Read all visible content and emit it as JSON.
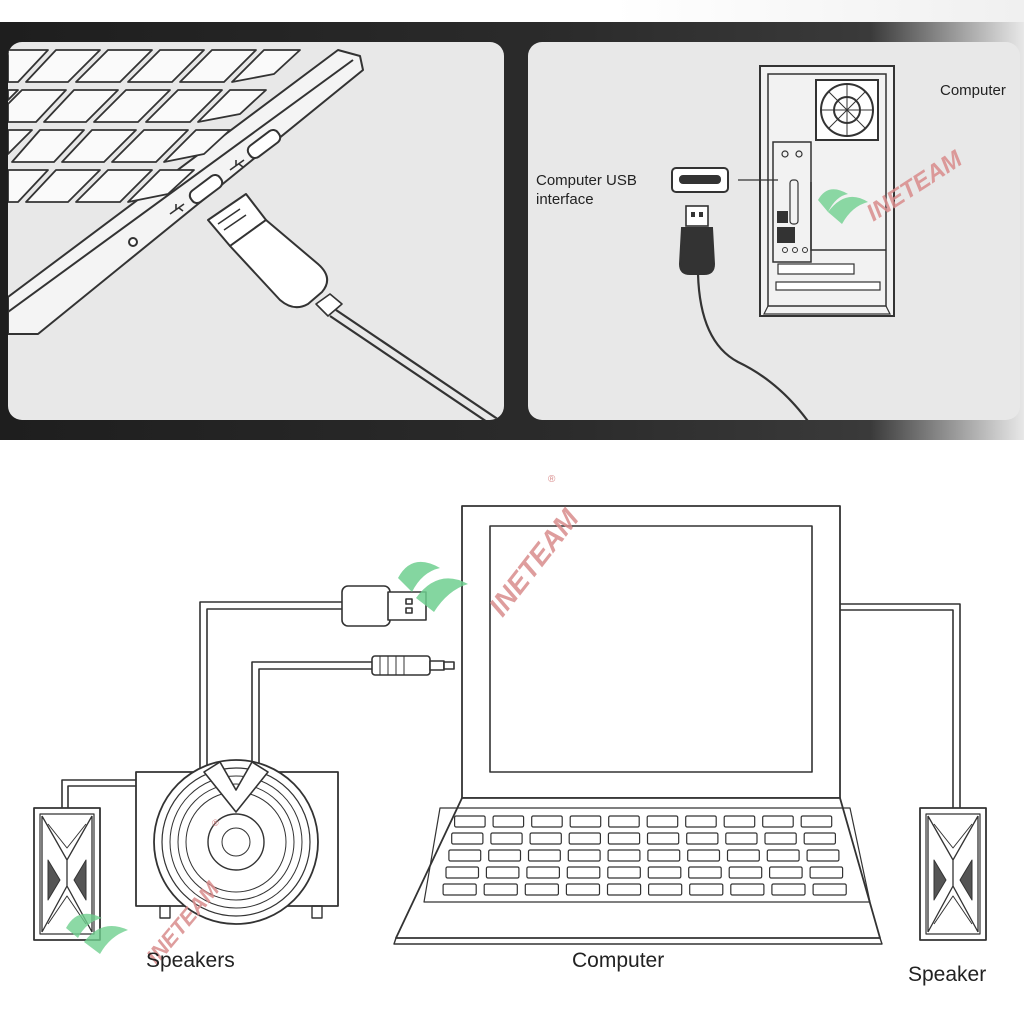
{
  "top_left_panel": {},
  "top_right_panel": {
    "label_computer": "Computer",
    "label_usb_line1": "Computer USB",
    "label_usb_line2": "interface"
  },
  "bottom_diagram": {
    "label_speakers": "Speakers",
    "label_computer": "Computer",
    "label_speaker": "Speaker"
  },
  "watermark": {
    "text": "VINETEAM",
    "text_on_image": "INETEAM",
    "registered": "®",
    "colors": {
      "leaf": "#6fcf8f",
      "text": "#d98c8c"
    }
  },
  "colors": {
    "band": "#262626",
    "panel": "#e8e8e8",
    "line": "#333333"
  }
}
